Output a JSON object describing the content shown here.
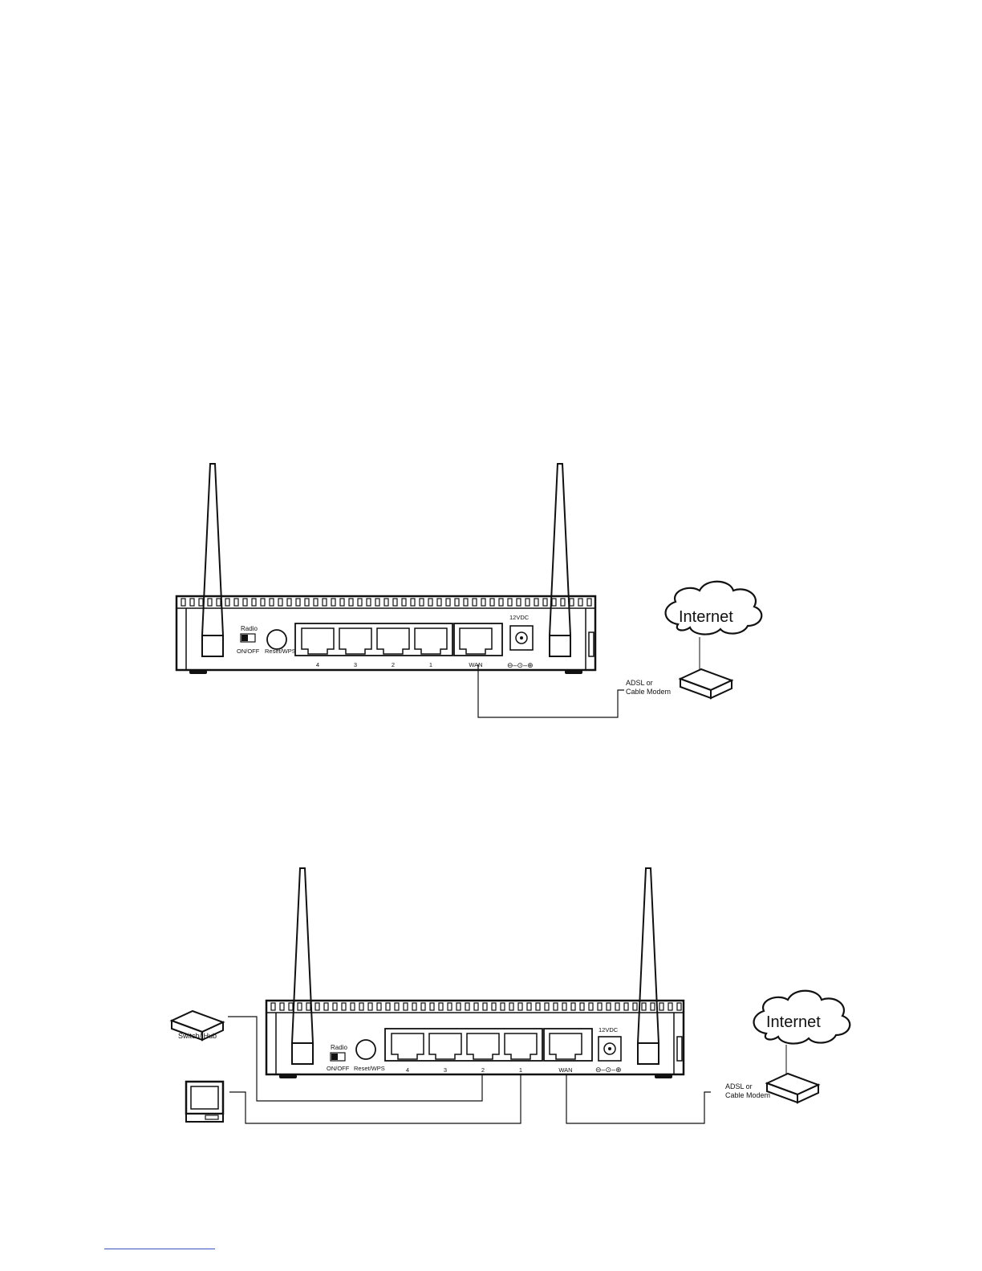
{
  "router": {
    "radio_label": "Radio",
    "onoff_label": "ON/OFF",
    "reset_label": "Reset/WPS",
    "power_label": "12VDC",
    "port_labels": [
      "4",
      "3",
      "2",
      "1",
      "WAN"
    ]
  },
  "cloud": {
    "label": "Internet"
  },
  "modem": {
    "label_line1": "ADSL or",
    "label_line2": "Cable Modem"
  },
  "switch": {
    "label": "Switch/ Hub"
  }
}
